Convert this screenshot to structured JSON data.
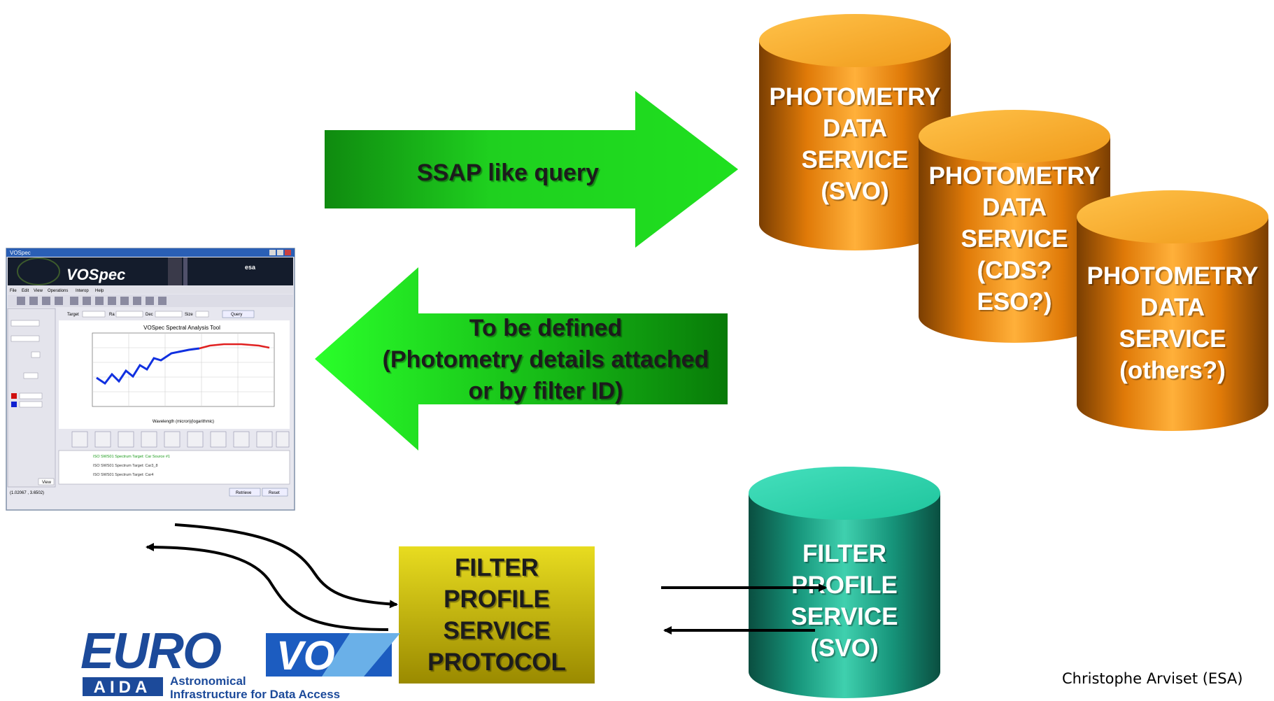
{
  "arrows": {
    "query_label": "SSAP like query",
    "response_lines": [
      "To be defined",
      "(Photometry details attached",
      "or by filter ID)"
    ]
  },
  "databases": {
    "svo": [
      "PHOTOMETRY",
      "DATA",
      "SERVICE",
      "(SVO)"
    ],
    "cds_eso": [
      "PHOTOMETRY",
      "DATA",
      "SERVICE",
      "(CDS?",
      "ESO?)"
    ],
    "others": [
      "PHOTOMETRY",
      "DATA",
      "SERVICE",
      "(others?)"
    ],
    "filter_service": [
      "FILTER",
      "PROFILE",
      "SERVICE",
      "(SVO)"
    ]
  },
  "protocol_box": [
    "FILTER",
    "PROFILE",
    "SERVICE",
    "PROTOCOL"
  ],
  "vospec_window": {
    "app_title": "VOSpec",
    "brand_text": "esa",
    "menu": [
      "File",
      "Edit",
      "View",
      "Operations",
      "Interop",
      "Help"
    ],
    "fields": [
      "Target",
      "Ra",
      "Dec",
      "Size"
    ],
    "query_button": "Query",
    "chart_title": "VOSpec Spectral Analysis Tool",
    "x_axis_label": "Wavelength (micron)(logarithmic)",
    "list_items": [
      "ISO SWS01 Spectrum Target: Car Source #1",
      "ISO SWS01 Spectrum Target: Car3_8",
      "ISO SWS01 Spectrum Target: Car4"
    ],
    "buttons": [
      "Retrieve",
      "Reset",
      "View"
    ],
    "status": "(1.02067 , 3.6502)"
  },
  "logo": {
    "euro": "EURO",
    "vo": "VO",
    "aida": "AIDA",
    "tagline_1": "Astronomical",
    "tagline_2": "Infrastructure for Data Access"
  },
  "credit": "Christophe Arviset (ESA)",
  "colors": {
    "orange_db": "#f08a0e",
    "teal_db": "#1fa88a",
    "arrow_green": "#18c418",
    "protocol_box": "#c8b800"
  },
  "icons": [
    "database-cylinder-icon",
    "arrow-right-icon",
    "arrow-left-icon",
    "curved-arrow-icon"
  ]
}
